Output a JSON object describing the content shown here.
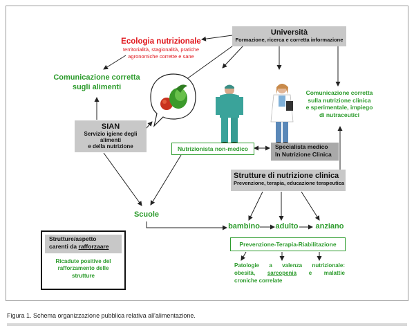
{
  "universita": {
    "title": "Università",
    "subtitle": "Formazione, ricerca e corretta informazione"
  },
  "ecologia": {
    "title": "Ecologia nutrizionale",
    "line1": "territorialità, stagionalità, pratiche",
    "line2": "agronomiche corrette e sane"
  },
  "comunicazione_alimenti": {
    "line1": "Comunicazione corretta",
    "line2": "sugli alimenti"
  },
  "comunicazione_clinica": {
    "line1": "Comunicazione corretta",
    "line2": "sulla nutrizione clinica",
    "line3": "e sperimentale, impiego",
    "line4": "di nutraceutici"
  },
  "sian": {
    "title": "SIAN",
    "line1": "Servizio igiene degli alimenti",
    "line2": "e della nutrizione"
  },
  "nutrizionista": {
    "label": "Nutrizionista non-medico"
  },
  "specialista": {
    "line1": "Specialista medico",
    "line2": "In Nutrizione Clinica"
  },
  "strutture_clinica": {
    "title": "Strutture di nutrizione clinica",
    "subtitle": "Prevenzione, terapia, educazione terapeutica"
  },
  "scuole": {
    "label": "Scuole"
  },
  "ages": {
    "bambino": "bambino",
    "adulto": "adulto",
    "anziano": "anziano"
  },
  "prevenzione": {
    "label": "Prevenzione-Terapia-Riabilitazione"
  },
  "patologie": {
    "line1": "Patologie a valenza nutrizionale:",
    "line2_pre": "obesità, ",
    "line2_u": "sarcopenia",
    "line2_post": " e malattie",
    "line3": "croniche correlate"
  },
  "carenti": {
    "line1": "Strutture/aspetto",
    "line2_pre": "carenti da ",
    "line2_u": "rafforzaare",
    "ricadute1": "Ricadute positive del",
    "ricadute2": "rafforzamento delle",
    "ricadute3": "strutture"
  },
  "caption": "Figura 1. Schema organizzazione pubblica relativa all'alimentazione.",
  "colors": {
    "green": "#2c9b2c",
    "red": "#e0151b",
    "grey_box": "#c8c8c8",
    "dark_grey_box": "#a9a9a9"
  }
}
